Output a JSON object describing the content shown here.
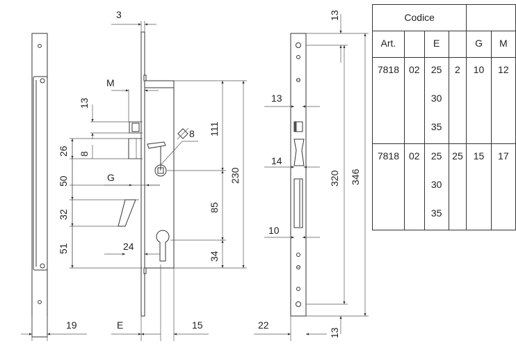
{
  "dimensions": {
    "d3": "3",
    "dM": "M",
    "d13a": "13",
    "d26": "26",
    "d8": "8",
    "d50": "50",
    "dG": "G",
    "d32": "32",
    "d24": "24",
    "d51": "51",
    "d19": "19",
    "dE": "E",
    "d15": "15",
    "d111": "111",
    "d230": "230",
    "d85": "85",
    "d34": "34",
    "dsq8": "8",
    "d13top": "13",
    "d13mid": "13",
    "d14": "14",
    "d10": "10",
    "d320": "320",
    "d346": "346",
    "d22": "22",
    "d13bot": "13"
  },
  "table": {
    "title": "Codice",
    "headers": [
      "Art.",
      "",
      "E",
      "",
      "G",
      "M"
    ],
    "rows": [
      {
        "art": "7818",
        "code": "02",
        "e": [
          "25",
          "30",
          "35"
        ],
        "x": "2",
        "g": "10",
        "m": "12"
      },
      {
        "art": "7818",
        "code": "02",
        "e": [
          "25",
          "30",
          "35"
        ],
        "x": "25",
        "g": "15",
        "m": "17"
      }
    ]
  }
}
